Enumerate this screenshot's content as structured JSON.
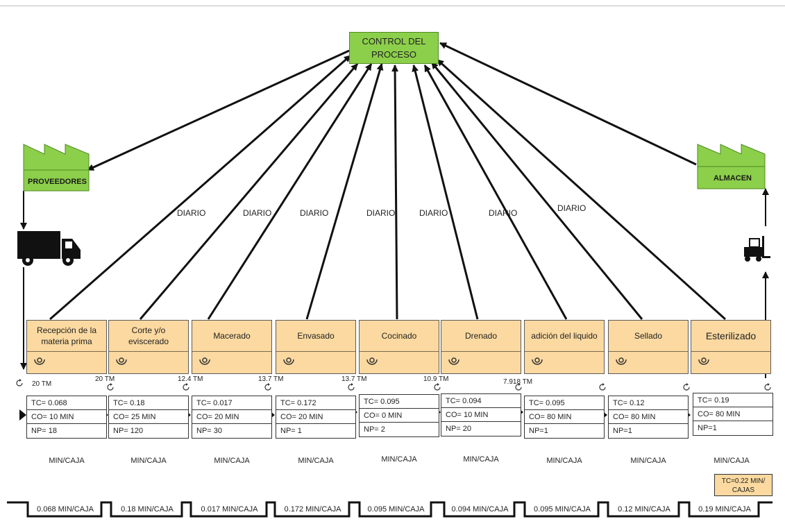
{
  "control": {
    "label": "CONTROL DEL PROCESO"
  },
  "supplier": {
    "label": "PROVEEDORES"
  },
  "warehouse": {
    "label": "ALMACEN"
  },
  "diario_labels": [
    "DIARIO",
    "DIARIO",
    "DIARIO",
    "DIARIO",
    "DIARIO",
    "DIARIO",
    "DIARIO"
  ],
  "processes": [
    {
      "name": "Recepción de la materia prima",
      "tc": "TC= 0.068",
      "co": "CO= 10 MIN",
      "np": "NP= 18",
      "inventory": "20 TM",
      "unit": "MIN/CAJA",
      "timeline": "0.068 MIN/CAJA"
    },
    {
      "name": "Corte y/o eviscerado",
      "tc": "TC= 0.18",
      "co": "CO= 25 MIN",
      "np": "NP= 120",
      "inventory": "20 TM",
      "unit": "MIN/CAJA",
      "timeline": "0.18 MIN/CAJA"
    },
    {
      "name": "Macerado",
      "tc": "TC= 0.017",
      "co": "CO= 20 MIN",
      "np": "NP= 30",
      "inventory": "12.4 TM",
      "unit": "MIN/CAJA",
      "timeline": "0.017 MIN/CAJA"
    },
    {
      "name": "Envasado",
      "tc": "TC= 0.172",
      "co": "CO= 20 MIN",
      "np": "NP= 1",
      "inventory": "13.7 TM",
      "unit": "MIN/CAJA",
      "timeline": "0.172 MIN/CAJA"
    },
    {
      "name": "Cocinado",
      "tc": "TC= 0.095",
      "co": "CO= 0 MIN",
      "np": "NP= 2",
      "inventory": "13.7 TM",
      "unit": "MIN/CAJA",
      "timeline": "0.095 MIN/CAJA"
    },
    {
      "name": "Drenado",
      "tc": "TC= 0.094",
      "co": "CO= 10 MIN",
      "np": "NP= 20",
      "inventory": "10.9 TM",
      "unit": "MIN/CAJA",
      "timeline": "0.094 MIN/CAJA"
    },
    {
      "name": "adición del liquido",
      "tc": "TC= 0.095",
      "co": "CO= 80 MIN",
      "np": "NP=1",
      "inventory": "7.918 TM",
      "unit": "MIN/CAJA",
      "timeline": "0.095 MIN/CAJA"
    },
    {
      "name": "Sellado",
      "tc": "TC= 0.12",
      "co": "CO= 80 MIN",
      "np": "NP=1",
      "inventory": "",
      "unit": "MIN/CAJA",
      "timeline": "0.12 MIN/CAJA"
    },
    {
      "name": "Esterilizado",
      "tc": "TC= 0.19",
      "co": "CO= 80 MIN",
      "np": "NP=1",
      "inventory": "",
      "unit": "MIN/CAJA",
      "timeline": "0.19 MIN/CAJA"
    }
  ],
  "total": {
    "label": "TC=0.22 MIN/ CAJAS"
  },
  "colors": {
    "green": "#8ccf4b",
    "process_fill": "#fbd9a0",
    "line": "#111111"
  },
  "icons": [
    "factory-icon",
    "truck-icon",
    "forklift-icon",
    "operator-icon",
    "cycle-arrow-icon",
    "push-arrow-icon"
  ]
}
